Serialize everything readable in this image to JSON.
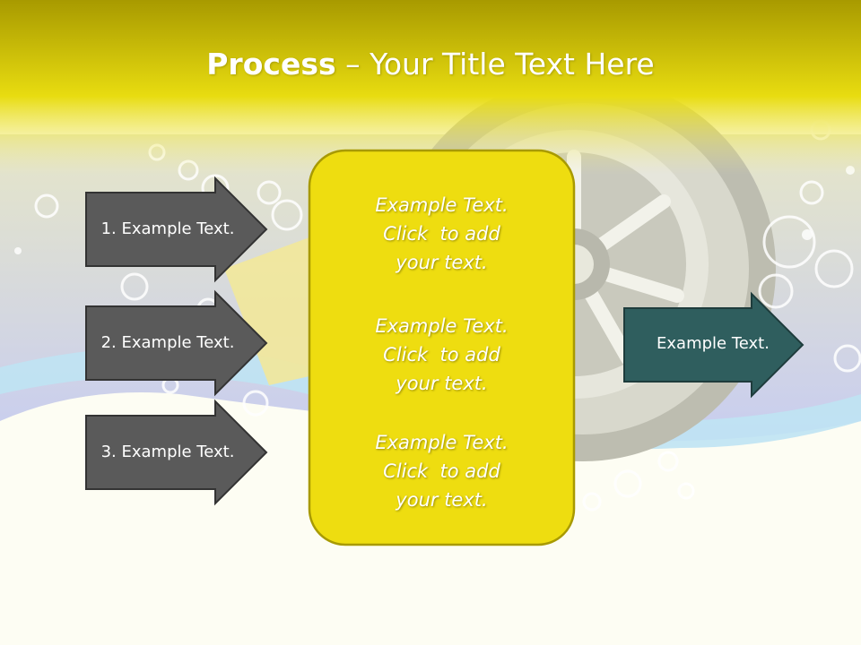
{
  "slide": {
    "title_bold": "Process",
    "title_rest": " – Your Title Text Here"
  },
  "steps": [
    {
      "label": "1. Example Text."
    },
    {
      "label": "2. Example Text."
    },
    {
      "label": "3. Example Text."
    }
  ],
  "center": {
    "blocks": [
      {
        "line1": "Example Text.",
        "line2": "Click  to add",
        "line3": "your text."
      },
      {
        "line1": "Example Text.",
        "line2": "Click  to add",
        "line3": "your text."
      },
      {
        "line1": "Example Text.",
        "line2": "Click  to add",
        "line3": "your text."
      }
    ]
  },
  "output": {
    "label": "Example Text."
  },
  "colors": {
    "header_yellow": "#e8dc10",
    "box_yellow": "#eedd10",
    "arrow_gray": "#5a5a5a",
    "arrow_teal": "#2f5e5e"
  }
}
